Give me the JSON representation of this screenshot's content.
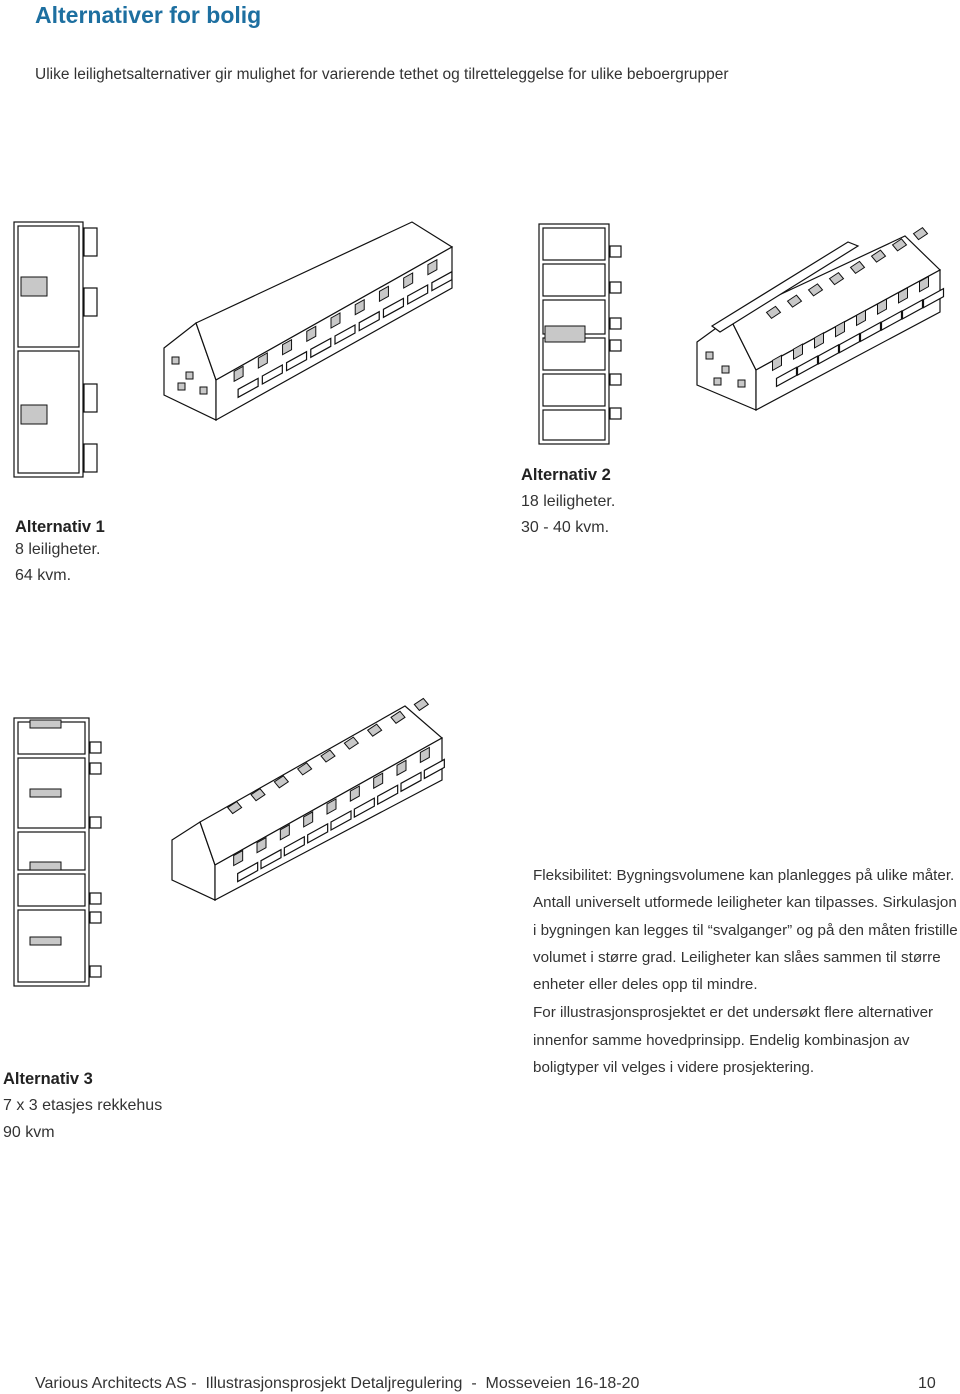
{
  "page": {
    "title": "Alternativer for bolig",
    "subtitle": "Ulike leilighetsalternativer gir mulighet for varierende tethet og tilretteleggelse for ulike beboergrupper"
  },
  "alternatives": [
    {
      "heading": "Alternativ 1",
      "line1": "8 leiligheter.",
      "line2": "64 kvm."
    },
    {
      "heading": "Alternativ 2",
      "line1": "18 leiligheter.",
      "line2": "30 - 40 kvm."
    },
    {
      "heading": "Alternativ 3",
      "line1": "7 x 3 etasjes rekkehus",
      "line2": "90 kvm"
    }
  ],
  "description": {
    "p1": "Fleksibilitet: Bygningsvolumene kan planlegges på ulike måter. Antall universelt utformede leiligheter kan tilpasses. Sirkulasjon i bygningen kan legges til “svalganger” og på den måten fristille volumet i større grad. Leiligheter kan slåes sammen til større enheter eller deles opp til mindre.",
    "p2": "For illustrasjonsprosjektet er det undersøkt flere alternativer innenfor samme hovedprinsipp. Endelig kombinasjon av boligtyper vil velges i videre prosjektering."
  },
  "footer": {
    "text": "Various Architects AS -  Illustrasjonsprosjekt Detaljregulering  -  Mosseveien 16-18-20",
    "page_number": "10"
  }
}
